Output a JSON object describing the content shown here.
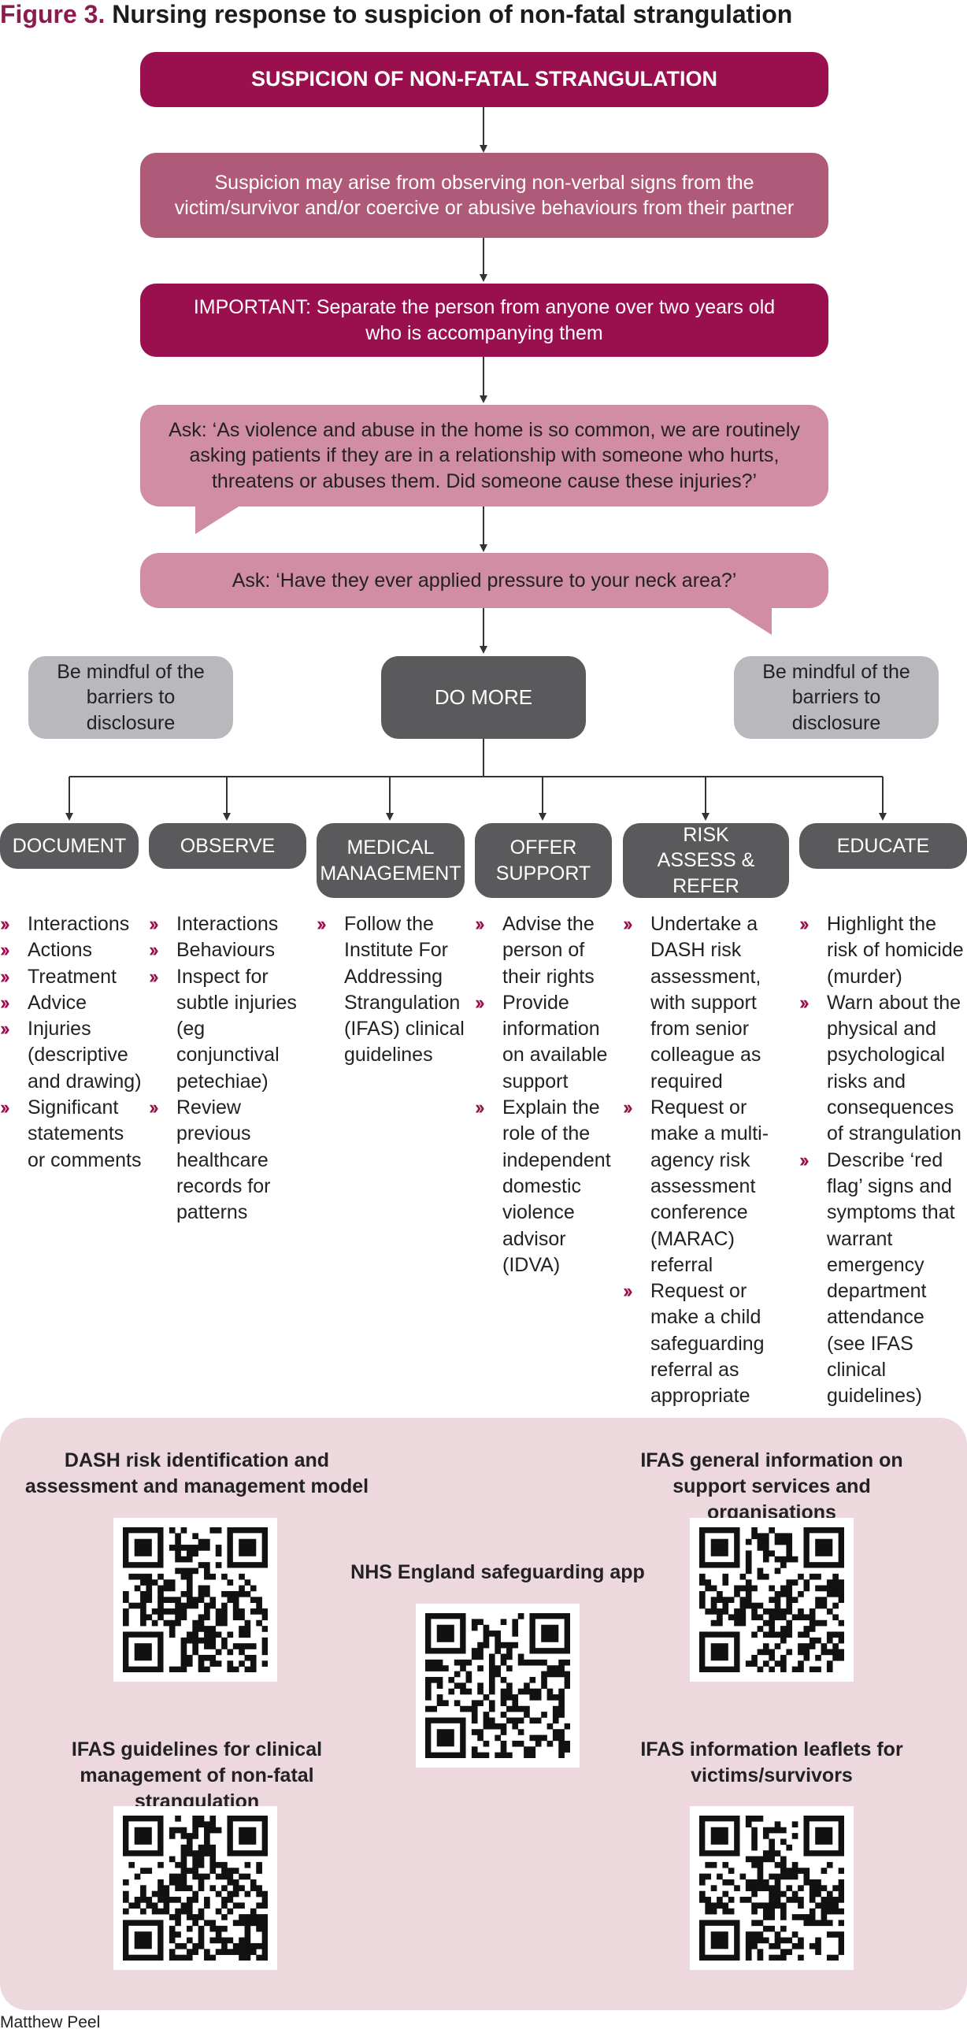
{
  "title": {
    "figure_label": "Figure 3.",
    "text": "Nursing response to suspicion of non-fatal strangulation"
  },
  "flow": {
    "box1": "SUSPICION OF NON-FATAL STRANGULATION",
    "box2": "Suspicion may arise from observing non-verbal signs from the victim/survivor and/or coercive or abusive behaviours from their partner",
    "box3": "IMPORTANT: Separate the person from anyone over two years old who is accompanying them",
    "box4": "Ask: ‘As violence and abuse in the home is so common, we are routinely asking patients if they are in a relationship with someone who hurts, threatens or abuses them. Did someone cause these injuries?’",
    "box5": "Ask: ‘Have they ever applied pressure to your neck area?’",
    "do_more": "DO MORE",
    "mindful_left": "Be mindful of the barriers to disclosure",
    "mindful_right": "Be mindful of the barriers to disclosure"
  },
  "colors": {
    "dark": "#9a0f4e",
    "mid": "#b05a79",
    "light": "#d18da4",
    "grey": "#b9b9bd",
    "charcoal": "#5a5a5d",
    "resource_bg": "#ecd8dd"
  },
  "actions": [
    {
      "label": "DOCUMENT",
      "items": [
        "Interactions",
        "Actions",
        "Treatment",
        "Advice",
        "Injuries (descriptive and drawing)",
        "Significant statements or comments"
      ]
    },
    {
      "label": "OBSERVE",
      "items": [
        "Interactions",
        "Behaviours",
        "Inspect for subtle injuries (eg conjunctival petechiae)",
        "Review previous healthcare records for patterns"
      ]
    },
    {
      "label": "MEDICAL MANAGEMENT",
      "items": [
        "Follow the Institute For Addressing Strangulation (IFAS) clinical guidelines"
      ]
    },
    {
      "label": "OFFER SUPPORT",
      "items": [
        "Advise the person of their rights",
        "Provide information on available support",
        "Explain the role of the independent domestic violence advisor (IDVA)"
      ]
    },
    {
      "label": "RISK ASSESS & REFER",
      "items": [
        "Undertake a DASH risk assessment, with support from senior colleague as required",
        "Request or make a multi-agency risk assessment conference (MARAC) referral",
        "Request or make a child safeguarding referral as appropriate"
      ]
    },
    {
      "label": "EDUCATE",
      "items": [
        "Highlight the risk of homicide (murder)",
        "Warn about the physical and psychological risks and consequences of strangulation",
        "Describe ‘red flag’ signs and symptoms that warrant emergency department attendance (see IFAS clinical guidelines)"
      ]
    }
  ],
  "bullet_icon": "double-chevron-right-icon",
  "resources": [
    {
      "title": "DASH risk identification and assessment and management model",
      "icon": "qr-code-icon"
    },
    {
      "title": "IFAS general information on support services and organisations",
      "icon": "qr-code-icon"
    },
    {
      "title": "NHS England safeguarding app",
      "icon": "qr-code-icon"
    },
    {
      "title": "IFAS guidelines for clinical management of non-fatal strangulation",
      "icon": "qr-code-icon"
    },
    {
      "title": "IFAS information leaflets for victims/survivors",
      "icon": "qr-code-icon"
    }
  ],
  "credit": "Matthew Peel"
}
